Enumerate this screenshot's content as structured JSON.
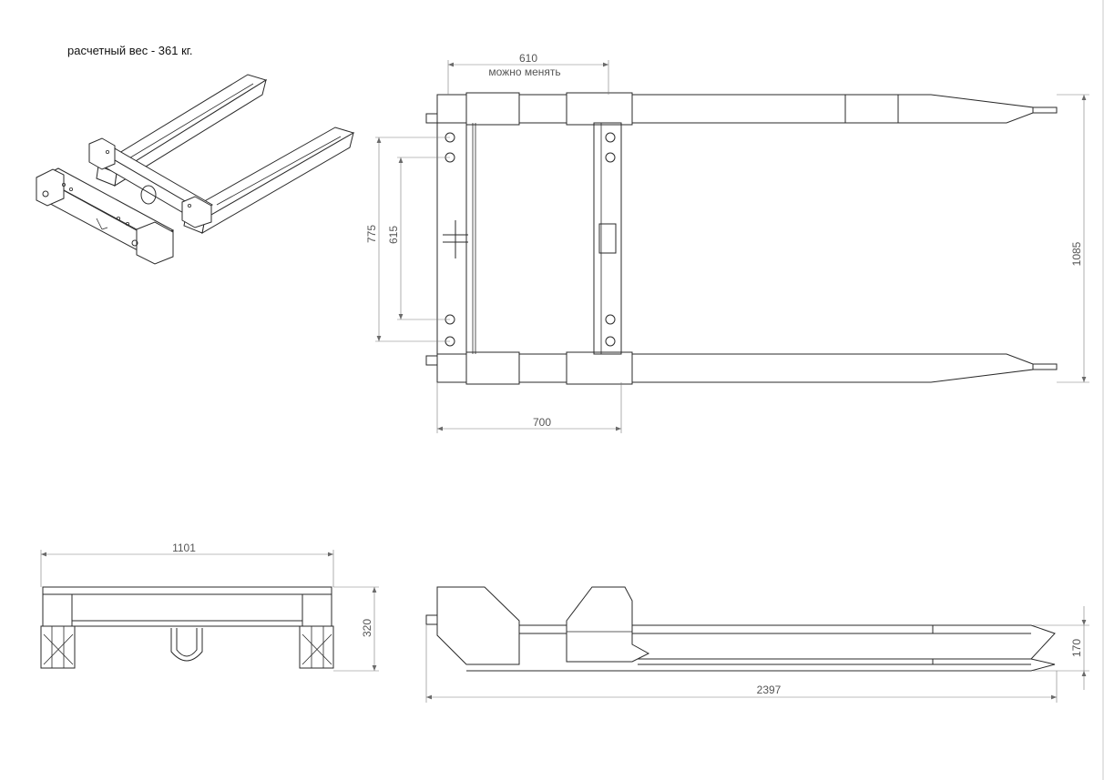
{
  "note": "расчетный вес - 361 кг.",
  "dimensions": {
    "top_width": "610",
    "top_width_note": "можно менять",
    "outer_height": "775",
    "inner_height": "615",
    "bottom_width": "700",
    "total_width": "1085",
    "front_width": "1101",
    "front_height": "320",
    "side_length": "2397",
    "side_height": "170"
  },
  "colors": {
    "line": "#2a2a2a",
    "dimension": "#7a7a7a",
    "dimension_text": "#555555"
  }
}
